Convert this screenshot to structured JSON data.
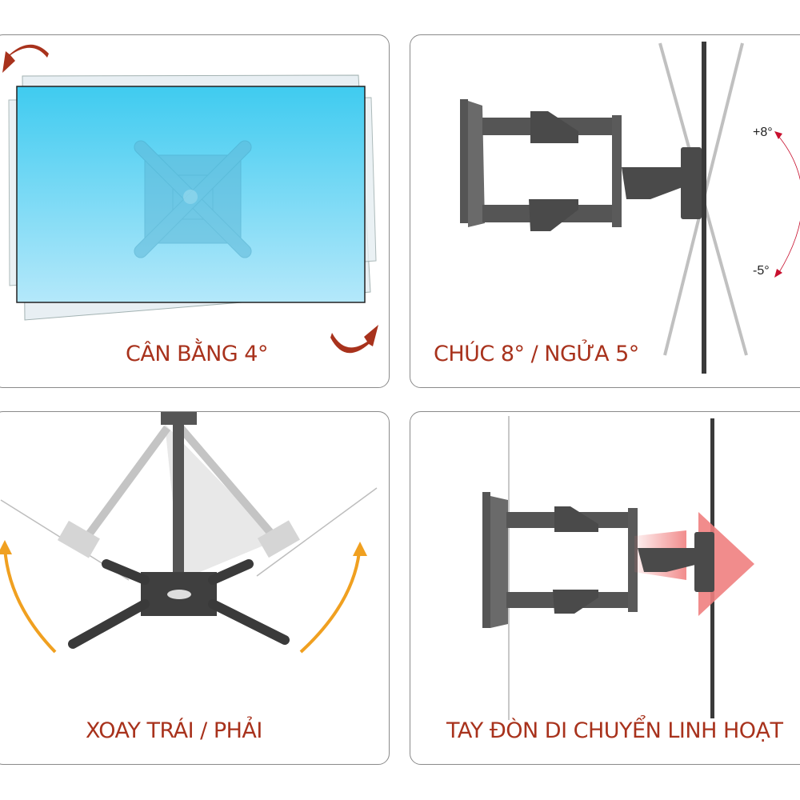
{
  "panels": [
    {
      "id": "level",
      "caption": "CÂN BẰNG 4°",
      "accent": "#a8321c"
    },
    {
      "id": "tilt",
      "caption": "CHÚC 8° / NGỬA 5°",
      "tilt_up": "+8°",
      "tilt_down": "-5°",
      "accent": "#c8102e"
    },
    {
      "id": "swivel",
      "caption": "XOAY TRÁI / PHẢI",
      "accent": "#f0a020"
    },
    {
      "id": "extend",
      "caption": "TAY ĐÒN DI CHUYỂN LINH HOẠT",
      "accent": "#f08080"
    }
  ],
  "colors": {
    "caption": "#a8321c",
    "screen_blue_top": "#3fcbf0",
    "screen_blue_bottom": "#b4e8fa",
    "metal": "#4a4a4a",
    "ghost": "#c8c8c8",
    "border": "#8a8a8a"
  }
}
